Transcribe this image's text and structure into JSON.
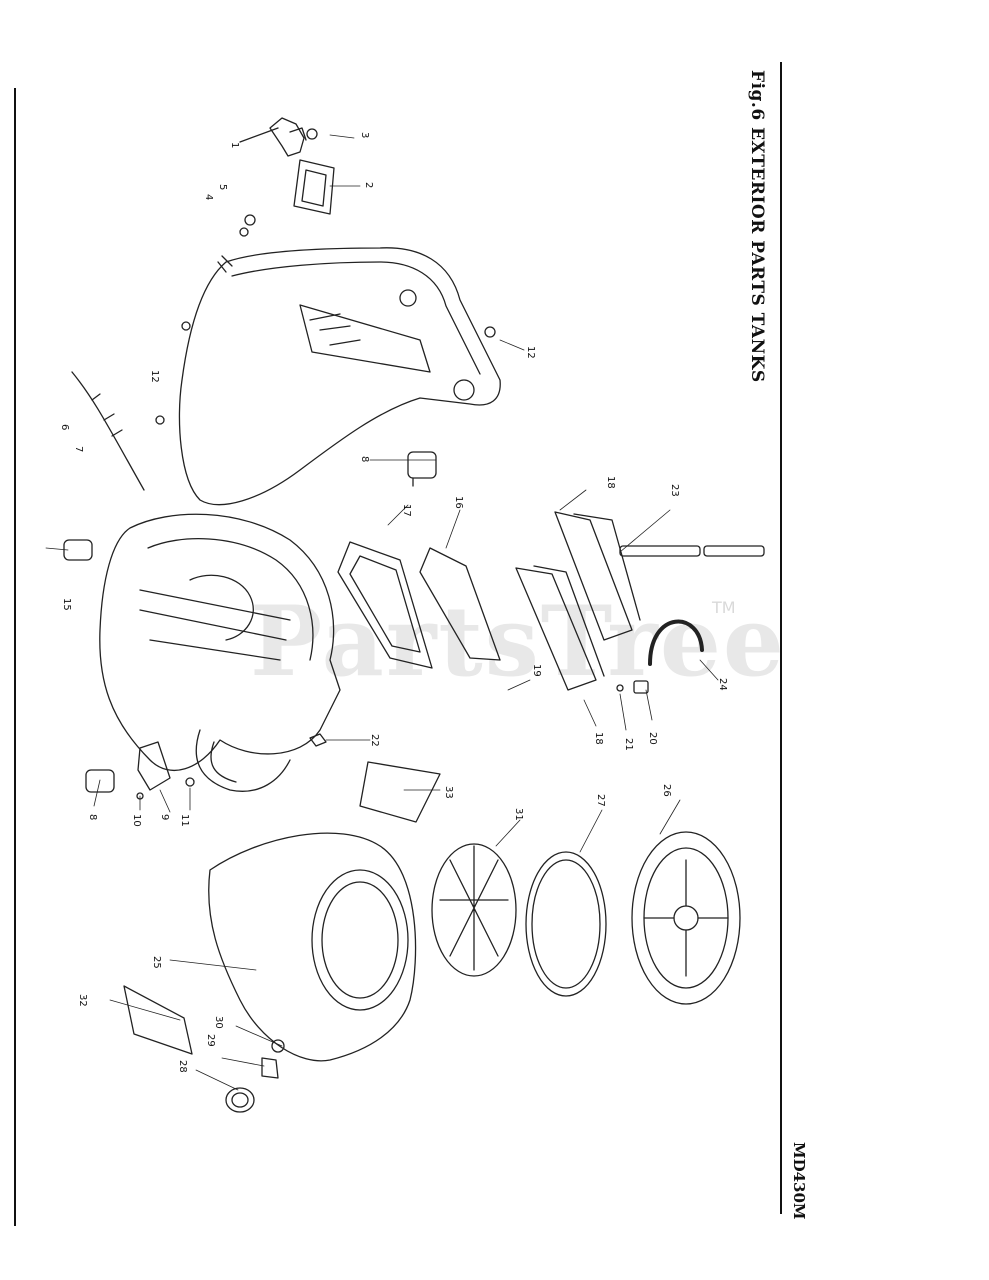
{
  "title": "Fig.6 EXTERIOR PARTS TANKS",
  "model": "MD430M",
  "watermark": "PartsTree",
  "watermark_tm": "TM",
  "callouts": [
    "1",
    "2",
    "3",
    "4",
    "5",
    "6",
    "7",
    "8",
    "8",
    "9",
    "10",
    "11",
    "12",
    "12",
    "15",
    "16",
    "17",
    "18",
    "18",
    "19",
    "20",
    "21",
    "22",
    "23",
    "24",
    "25",
    "26",
    "27",
    "28",
    "29",
    "30",
    "31",
    "32",
    "33"
  ]
}
